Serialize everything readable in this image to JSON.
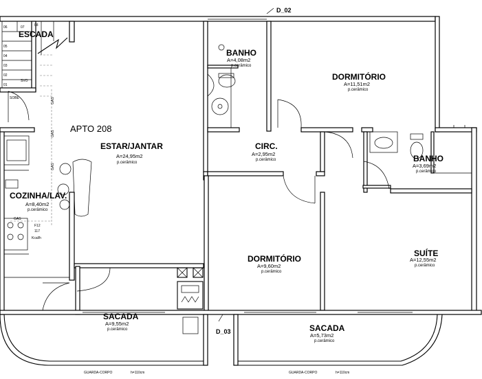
{
  "plan": {
    "unit_label": "APTO 208",
    "cut_marks": [
      "D_02",
      "D_03"
    ],
    "rooms": [
      {
        "id": "escada",
        "name": "ESCADA",
        "area": "",
        "floor": "",
        "extra": [
          "SOBE",
          "SVO"
        ]
      },
      {
        "id": "banho1",
        "name": "BANHO",
        "area": "A=4,08m2",
        "floor": "p.cerâmico"
      },
      {
        "id": "dorm1",
        "name": "DORMITÓRIO",
        "area": "A=11,51m2",
        "floor": "p.cerâmico"
      },
      {
        "id": "estar",
        "name": "ESTAR/JANTAR",
        "area": "A=24,95m2",
        "floor": "p.cerâmico"
      },
      {
        "id": "circ",
        "name": "CIRC.",
        "area": "A=2,95m2",
        "floor": "p.cerâmico"
      },
      {
        "id": "banho2",
        "name": "BANHO",
        "area": "A=3,69m2",
        "floor": "p.cerâmico"
      },
      {
        "id": "cozinha",
        "name": "COZINHA/LAV.",
        "area": "A=8,40m2",
        "floor": "p.cerâmico"
      },
      {
        "id": "dorm2",
        "name": "DORMITÓRIO",
        "area": "A=9,60m2",
        "floor": "p.cerâmico"
      },
      {
        "id": "suite",
        "name": "SUÍTE",
        "area": "A=12,55m2",
        "floor": "p.cerâmico"
      },
      {
        "id": "sacada1",
        "name": "SACADA",
        "area": "A=9,55m2",
        "floor": "p.cerâmico"
      },
      {
        "id": "sacada2",
        "name": "SACADA",
        "area": "A=5,73m2",
        "floor": "p.cerâmico"
      }
    ],
    "gas_label": "GAS",
    "heater": {
      "model": "F12",
      "capacity": "117",
      "unit": "Kcal/h"
    },
    "stair_steps": [
      "06",
      "07",
      "08",
      "05",
      "04",
      "03",
      "02",
      "01"
    ],
    "guardrail_label": "GUARDA-CORPO",
    "guardrail_height": "h=110cm"
  }
}
